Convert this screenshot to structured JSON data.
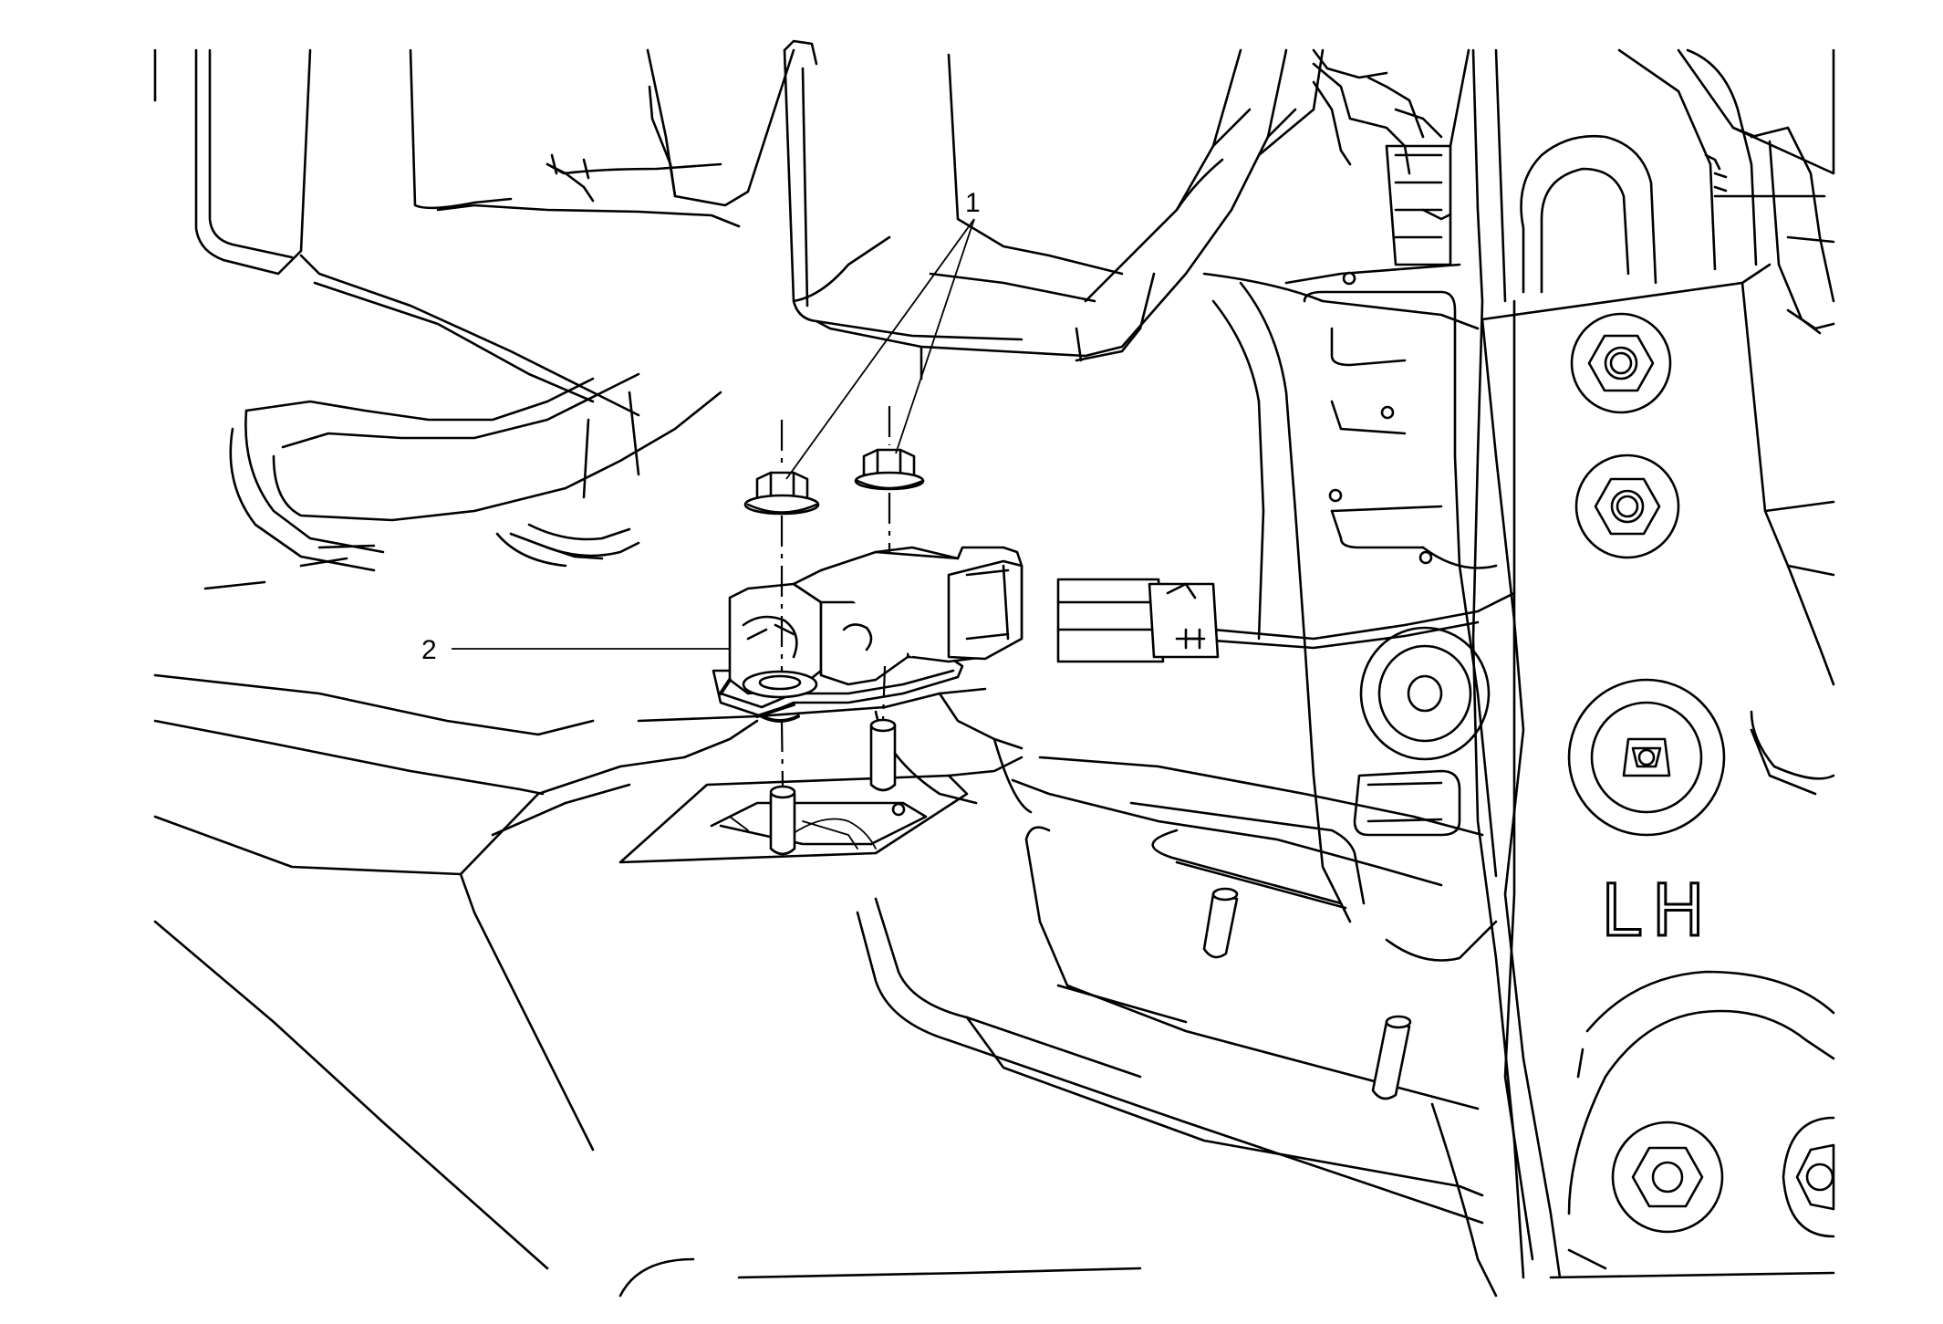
{
  "diagram": {
    "callouts": [
      {
        "id": "1",
        "label": "1",
        "target": "bolts"
      },
      {
        "id": "2",
        "label": "2",
        "target": "module"
      }
    ],
    "stamped_text": "LH"
  }
}
